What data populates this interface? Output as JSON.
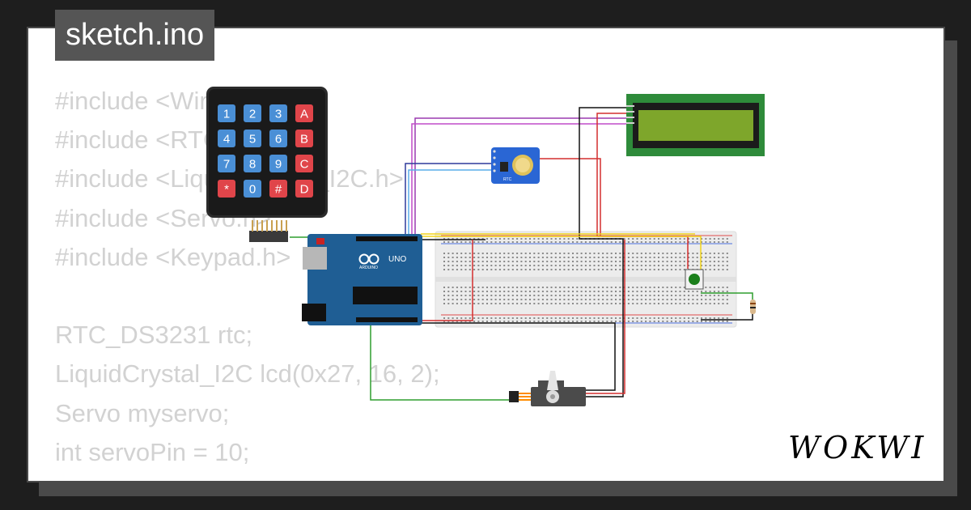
{
  "title": "sketch.ino",
  "brand": "WOKWI",
  "code_lines": [
    "#include <Wire.h>",
    "#include <RTClib.h>",
    "#include <LiquidCrystal_I2C.h>",
    "#include <Servo.h>",
    "#include <Keypad.h>",
    "",
    "RTC_DS3231 rtc;",
    "LiquidCrystal_I2C lcd(0x27, 16, 2);",
    "Servo myservo;",
    "int servoPin = 10;"
  ],
  "keypad_keys": [
    "1",
    "2",
    "3",
    "A",
    "4",
    "5",
    "6",
    "B",
    "7",
    "8",
    "9",
    "C",
    "*",
    "0",
    "#",
    "D"
  ],
  "arduino": {
    "label": "UNO",
    "brand": "ARDUINO"
  },
  "rtc_label": "RTC",
  "colors": {
    "background": "#1e1e1e",
    "card": "#ffffff",
    "title_bg": "#555555",
    "code_text": "#d2d2d2",
    "arduino_blue": "#1f5e94",
    "lcd_green": "#2e8b3a",
    "lcd_screen": "#7ea62b",
    "key_blue": "#4a8fd6",
    "key_red": "#e0454a"
  }
}
